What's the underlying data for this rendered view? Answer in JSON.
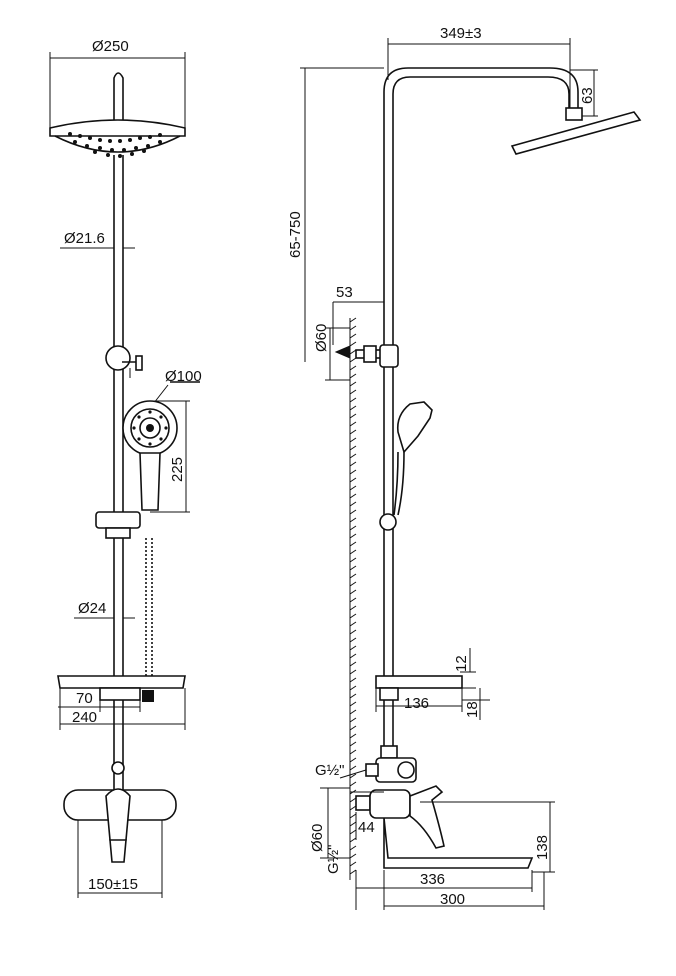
{
  "front_view": {
    "head_diameter": "Ø250",
    "arm_diameter": "Ø21.6",
    "hand_shower_diameter": "Ø100",
    "hand_shower_length": "225",
    "rail_diameter": "Ø24",
    "shelf_inner": "70",
    "shelf_width": "240",
    "mixer_centres": "150±15"
  },
  "side_view": {
    "arm_reach": "349±3",
    "head_drop": "63",
    "height_adjust": "65-750",
    "bracket_offset": "53",
    "flange_diameter_top": "Ø60",
    "shelf_thickness": "12",
    "shelf_depth": "136",
    "shelf_height": "18",
    "thread_top": "G½\"",
    "wall_offset": "44",
    "flange_diameter_bottom": "Ø60",
    "thread_bottom": "G½\"",
    "spout_height": "138",
    "spout_reach": "336",
    "mixer_depth": "300"
  }
}
